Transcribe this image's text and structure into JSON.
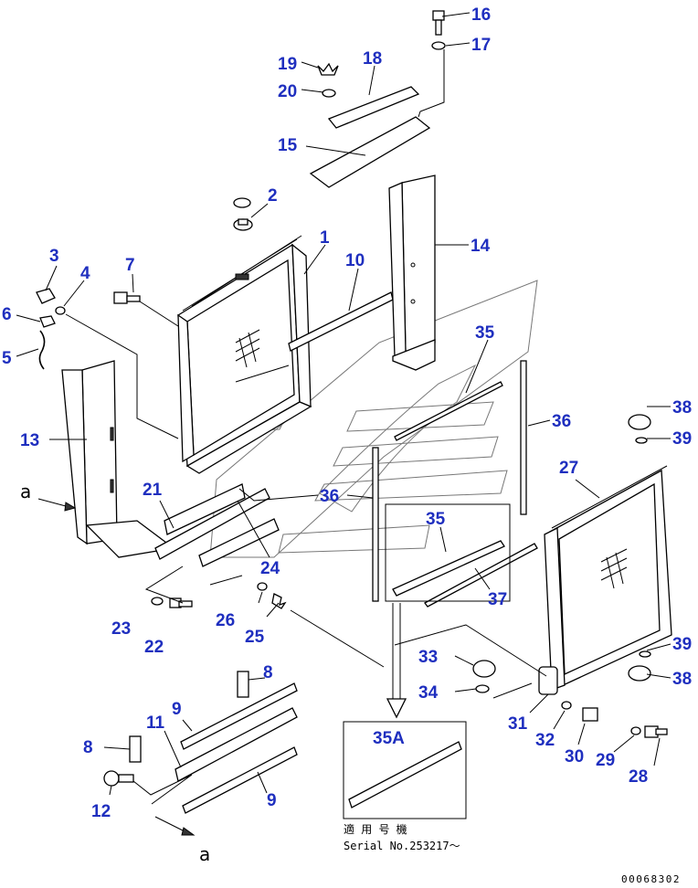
{
  "callouts": [
    {
      "id": "1",
      "text": "1"
    },
    {
      "id": "2",
      "text": "2"
    },
    {
      "id": "3",
      "text": "3"
    },
    {
      "id": "4",
      "text": "4"
    },
    {
      "id": "5",
      "text": "5"
    },
    {
      "id": "6",
      "text": "6"
    },
    {
      "id": "7",
      "text": "7"
    },
    {
      "id": "8a",
      "text": "8"
    },
    {
      "id": "8b",
      "text": "8"
    },
    {
      "id": "9a",
      "text": "9"
    },
    {
      "id": "9b",
      "text": "9"
    },
    {
      "id": "10",
      "text": "10"
    },
    {
      "id": "11",
      "text": "11"
    },
    {
      "id": "12",
      "text": "12"
    },
    {
      "id": "13",
      "text": "13"
    },
    {
      "id": "14",
      "text": "14"
    },
    {
      "id": "15",
      "text": "15"
    },
    {
      "id": "16",
      "text": "16"
    },
    {
      "id": "17",
      "text": "17"
    },
    {
      "id": "18",
      "text": "18"
    },
    {
      "id": "19",
      "text": "19"
    },
    {
      "id": "20",
      "text": "20"
    },
    {
      "id": "21",
      "text": "21"
    },
    {
      "id": "22",
      "text": "22"
    },
    {
      "id": "23",
      "text": "23"
    },
    {
      "id": "24",
      "text": "24"
    },
    {
      "id": "25",
      "text": "25"
    },
    {
      "id": "26",
      "text": "26"
    },
    {
      "id": "27",
      "text": "27"
    },
    {
      "id": "28",
      "text": "28"
    },
    {
      "id": "29",
      "text": "29"
    },
    {
      "id": "30",
      "text": "30"
    },
    {
      "id": "31",
      "text": "31"
    },
    {
      "id": "32",
      "text": "32"
    },
    {
      "id": "33",
      "text": "33"
    },
    {
      "id": "34",
      "text": "34"
    },
    {
      "id": "35a",
      "text": "35"
    },
    {
      "id": "35b",
      "text": "35"
    },
    {
      "id": "35A",
      "text": "35A"
    },
    {
      "id": "36a",
      "text": "36"
    },
    {
      "id": "36b",
      "text": "36"
    },
    {
      "id": "37",
      "text": "37"
    },
    {
      "id": "38a",
      "text": "38"
    },
    {
      "id": "38b",
      "text": "38"
    },
    {
      "id": "39a",
      "text": "39"
    },
    {
      "id": "39b",
      "text": "39"
    }
  ],
  "view_marker_top": "a",
  "view_marker_bottom": "a",
  "applicable_machine_label": "適 用 号 機",
  "serial_label": "Serial No.253217～",
  "drawing_number": "00068302"
}
